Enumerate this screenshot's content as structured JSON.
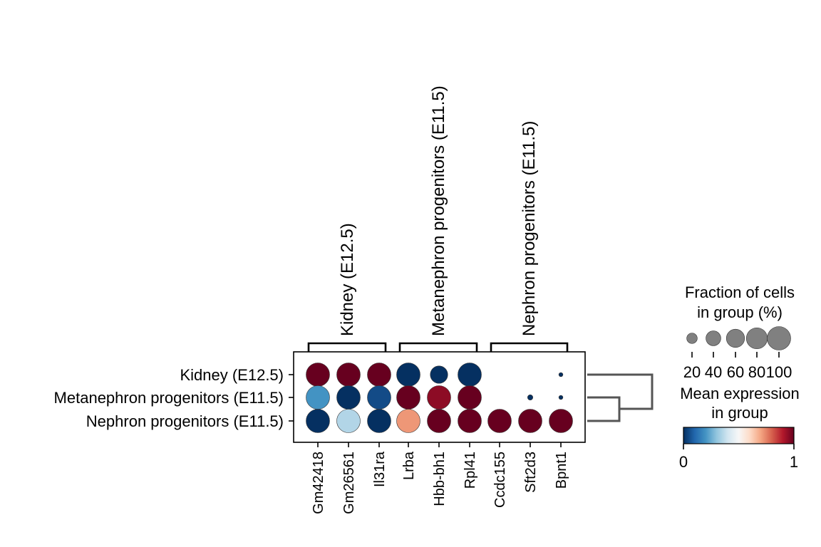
{
  "chart_data": {
    "type": "dotplot",
    "genes": [
      "Gm42418",
      "Gm26561",
      "Il31ra",
      "Lrba",
      "Hbb-bh1",
      "Rpl41",
      "Ccdc155",
      "Sft2d3",
      "Bpnt1"
    ],
    "groups": [
      "Kidney (E12.5)",
      "Metanephron progenitors (E11.5)",
      "Nephron progenitors (E11.5)"
    ],
    "gene_groups": [
      {
        "label": "Kidney (E12.5)",
        "start": 0,
        "end": 2
      },
      {
        "label": "Metanephron progenitors (E11.5)",
        "start": 3,
        "end": 5
      },
      {
        "label": "Nephron progenitors (E11.5)",
        "start": 6,
        "end": 8
      }
    ],
    "fraction": [
      [
        100,
        100,
        100,
        100,
        55,
        100,
        0,
        0,
        3
      ],
      [
        100,
        100,
        100,
        100,
        100,
        100,
        0,
        5,
        3
      ],
      [
        100,
        100,
        100,
        100,
        100,
        100,
        100,
        100,
        100
      ]
    ],
    "mean_expression": [
      [
        1.0,
        1.0,
        1.0,
        0.0,
        0.0,
        0.0,
        0.0,
        0.0,
        0.0
      ],
      [
        0.2,
        0.0,
        0.05,
        1.0,
        0.95,
        1.0,
        0.0,
        0.0,
        0.0
      ],
      [
        0.0,
        0.35,
        0.0,
        0.72,
        1.0,
        1.0,
        1.0,
        1.0,
        1.0
      ]
    ],
    "size_legend": {
      "title_line1": "Fraction of cells",
      "title_line2": "in group (%)",
      "values": [
        20,
        40,
        60,
        80,
        100
      ],
      "labels": [
        "20",
        "40",
        "60",
        "80",
        "100"
      ]
    },
    "color_legend": {
      "title_line1": "Mean expression",
      "title_line2": "in group",
      "vmin_label": "0",
      "vmax_label": "1",
      "colormap": [
        "#053061",
        "#2166ac",
        "#4393c3",
        "#92c5de",
        "#d1e5f0",
        "#f7f7f7",
        "#fddbc7",
        "#f4a582",
        "#d6604d",
        "#b2182b",
        "#67001f"
      ]
    },
    "dendrogram": true
  }
}
